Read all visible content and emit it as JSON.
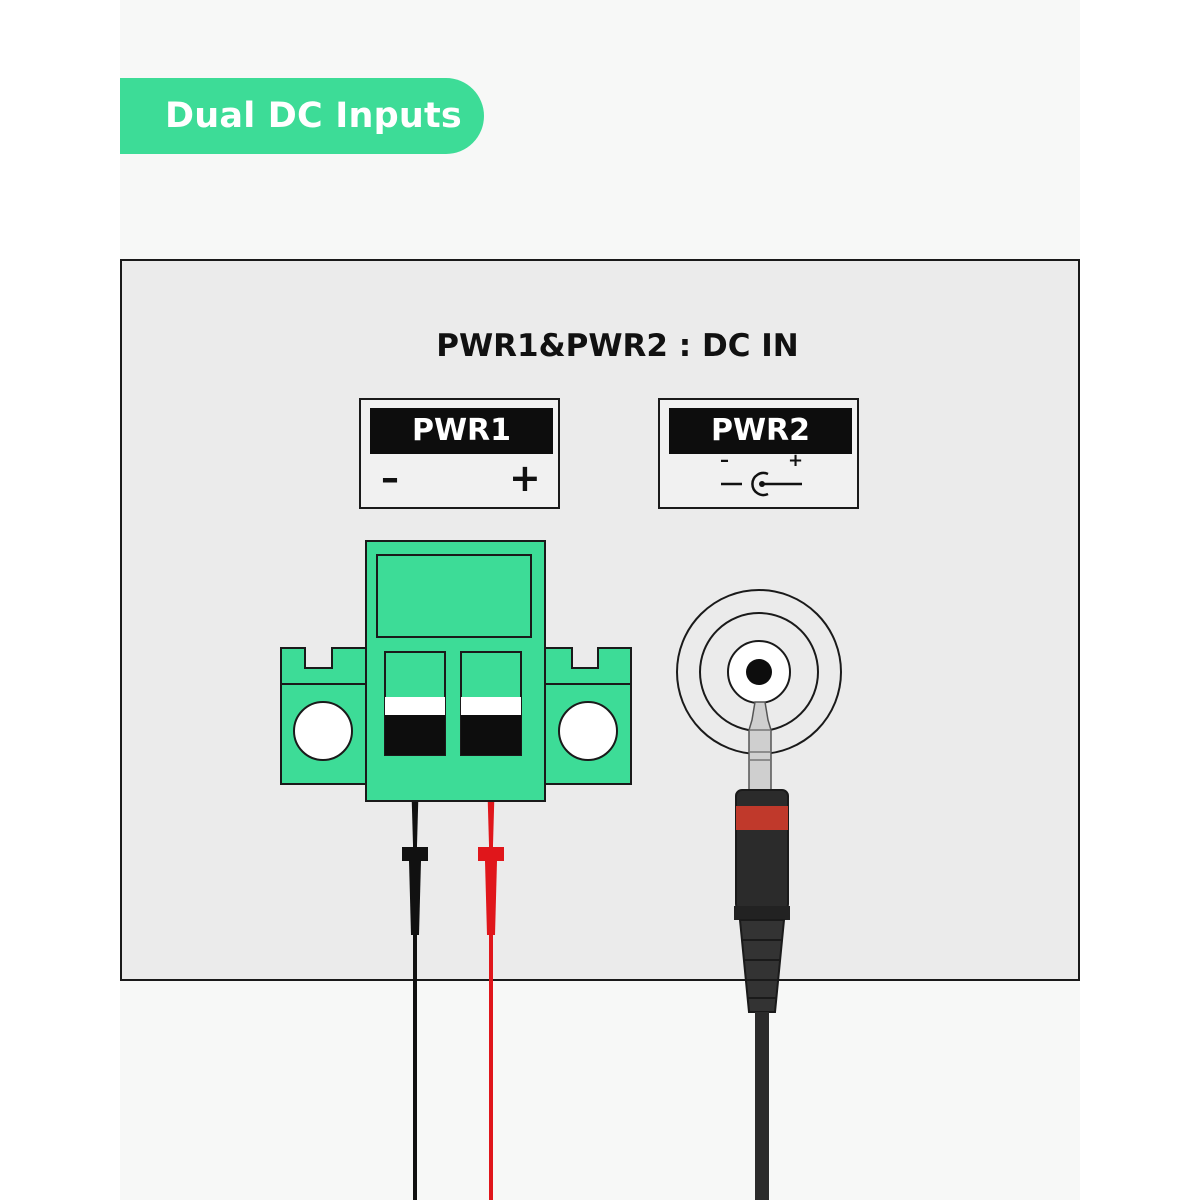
{
  "badge": {
    "text": "Dual DC Inputs",
    "color": "#3ddc97"
  },
  "panel": {
    "title": "PWR1&PWR2 : DC IN",
    "background": "#ebebeb"
  },
  "labels": {
    "pwr1": {
      "name": "PWR1",
      "minus": "–",
      "plus": "+"
    },
    "pwr2": {
      "name": "PWR2",
      "minus": "–",
      "plus": "+",
      "symbol": "dc-polarity-center-positive-icon"
    }
  },
  "colors": {
    "terminal_block": "#3ddc97",
    "negative_wire": "#111111",
    "positive_wire": "#e0161b",
    "plug_band": "#c0392b",
    "plug_body": "#2b2b2b"
  }
}
